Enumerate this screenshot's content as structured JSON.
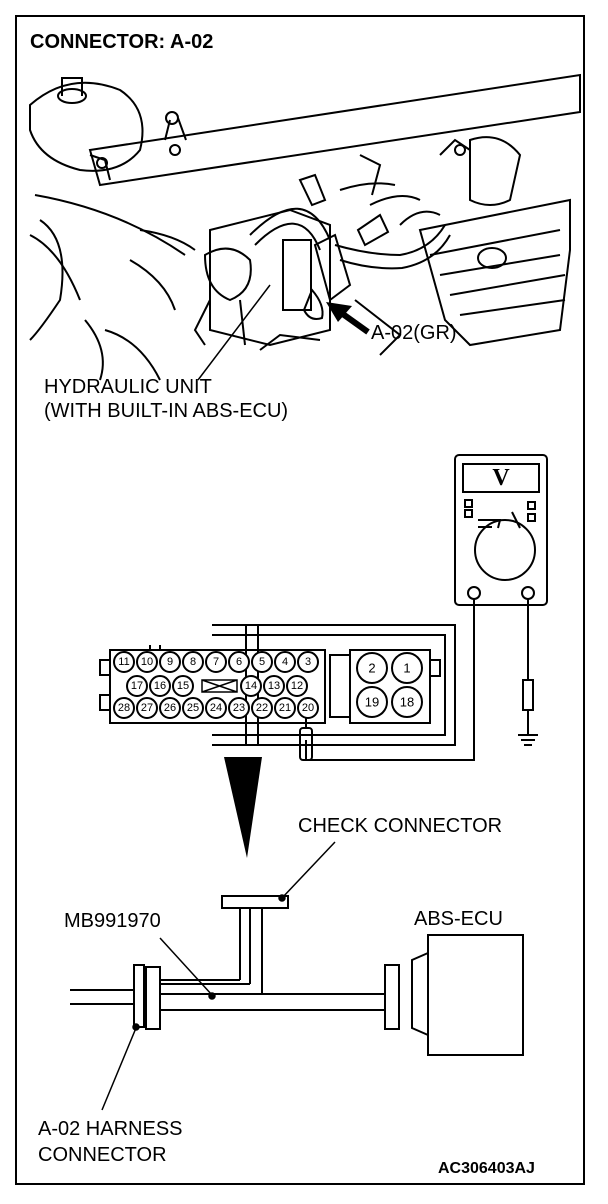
{
  "title": "CONNECTOR: A-02",
  "labels": {
    "connector_id": "A-02(GR)",
    "hydraulic_unit_line1": "HYDRAULIC UNIT",
    "hydraulic_unit_line2": "(WITH BUILT-IN ABS-ECU)",
    "check_connector": "CHECK CONNECTOR",
    "tool": "MB991970",
    "abs_ecu": "ABS-ECU",
    "harness_line1": "A-02 HARNESS",
    "harness_line2": "CONNECTOR",
    "figure_code": "AC306403AJ"
  },
  "meter": {
    "symbol": "V"
  },
  "connector_pins": {
    "row1": [
      "11",
      "10",
      "9",
      "8",
      "7",
      "6",
      "5",
      "4",
      "3"
    ],
    "row2": [
      "17",
      "16",
      "15",
      "14",
      "13",
      "12"
    ],
    "row3": [
      "28",
      "27",
      "26",
      "25",
      "24",
      "23",
      "22",
      "21",
      "20"
    ],
    "large": [
      "2",
      "1",
      "19",
      "18"
    ],
    "probed_pin": "20"
  }
}
